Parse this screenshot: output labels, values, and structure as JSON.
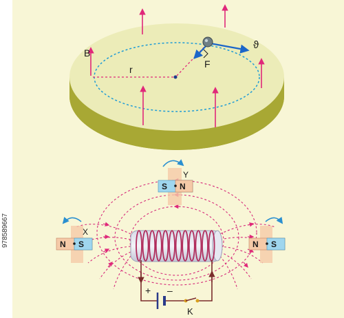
{
  "disc": {
    "label_b": "B",
    "label_r": "r",
    "label_f": "F",
    "label_v": "ϑ",
    "colors": {
      "top": "#ececb8",
      "side": "#a8a834",
      "field": "#e0287a",
      "orbit": "#1e9bd6",
      "force": "#1b66c9"
    }
  },
  "solenoid": {
    "label_y": "Y",
    "label_x": "X",
    "label_k": "K",
    "label_plus": "+",
    "label_minus": "–",
    "compass_top": {
      "left": "S",
      "right": "N"
    },
    "compass_left": {
      "left": "N",
      "right": "S"
    },
    "compass_right": {
      "left": "N",
      "right": "S"
    },
    "colors": {
      "coil": "#b02c5c",
      "wire": "#7a2c2c",
      "field_lines": "#d62a7a",
      "compass_blue": "#9fd6ee",
      "compass_orange": "#f5caa8"
    }
  },
  "watermark": "978589667"
}
